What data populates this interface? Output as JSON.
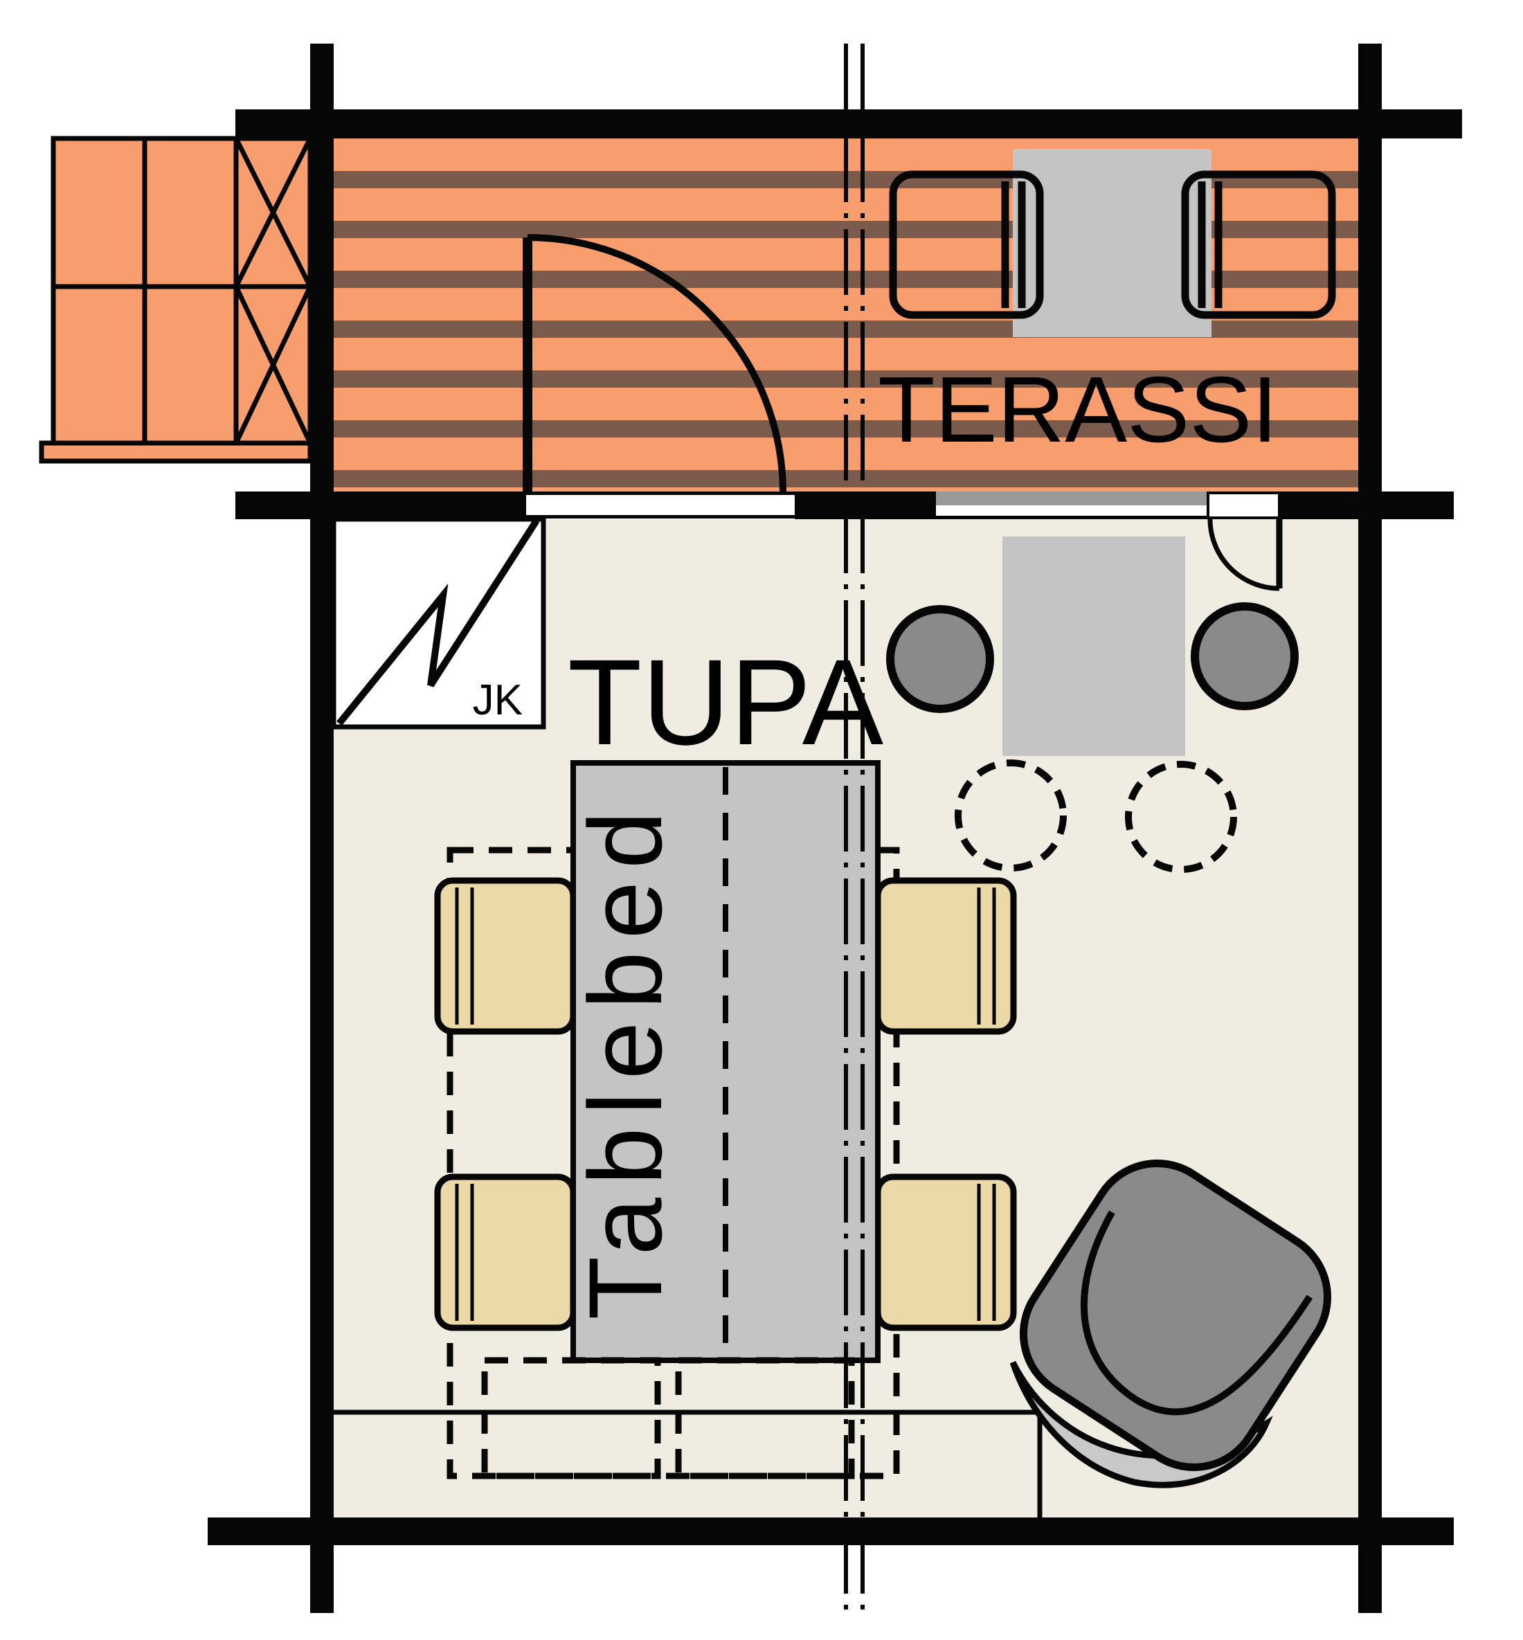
{
  "plan": {
    "title": "cabin-floor-plan",
    "rooms": [
      {
        "id": "terrace",
        "label": "TERASSI"
      },
      {
        "id": "main-room",
        "label": "TUPA"
      }
    ],
    "labels": {
      "terrace": "TERASSI",
      "main_room": "TUPA",
      "fridge": "JK",
      "tablebed": "Tablebed"
    },
    "furniture": [
      "terrace-bench-left",
      "terrace-table",
      "terrace-bench-right",
      "tupa-table",
      "stool-solid-left",
      "stool-solid-right",
      "stool-dashed-left",
      "stool-dashed-right",
      "tablebed-table",
      "chair-top-left",
      "chair-bottom-left",
      "chair-top-right",
      "chair-bottom-right",
      "armchair",
      "fridge-box",
      "entry-steps",
      "bottom-ledge"
    ],
    "colors": {
      "deck_orange": "#F89E6E",
      "deck_stripe_brown": "#7B5B4B",
      "floor_beige": "#EFEDE1",
      "wall_black": "#060606",
      "table_gray": "#C4C4C4",
      "stool_gray": "#8A8A8A",
      "armchair_gray": "#8A8A8A",
      "armchair_skirt_gray": "#C9C9C9",
      "chair_tan": "#EBD9A7",
      "window_gray": "#999999",
      "white": "#FFFFFF"
    }
  }
}
